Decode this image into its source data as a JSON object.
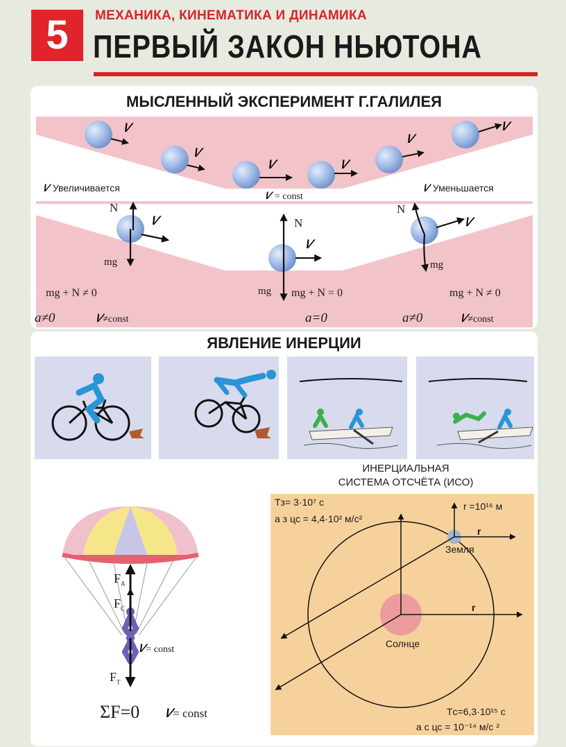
{
  "header": {
    "number": "5",
    "subtitle": "МЕХАНИКА, КИНЕМАТИКА И ДИНАМИКА",
    "title": "ПЕРВЫЙ ЗАКОН НЬЮТОНА"
  },
  "galileo": {
    "title": "МЫСЛЕННЫЙ ЭКСПЕРИМЕНТ Г.ГАЛИЛЕЯ",
    "v_symbol": "𝑣",
    "increases": "Увеличивается",
    "decreases": "Уменьшается",
    "v_const": "= const",
    "n_symbol": "N",
    "mg_symbol": "mg",
    "eq_left": "mg + N ≠ 0",
    "eq_mid": "mg + N = 0",
    "eq_right": "mg + N ≠ 0",
    "a_nonzero": "a≠0",
    "a_zero": "a=0",
    "v_not_const": "≠const"
  },
  "inertia": {
    "title": "ЯВЛЕНИЕ ИНЕРЦИИ"
  },
  "parachute": {
    "f_a": "F",
    "f_a_sub": "A",
    "f_c": "F",
    "f_c_sub": "C",
    "f_t": "F",
    "f_t_sub": "T",
    "v_const": "= const",
    "sum_eq": "ΣF=0",
    "v_const_bottom": "= const"
  },
  "iso": {
    "caption_line1": "ИНЕРЦИАЛЬНАЯ",
    "caption_line2": "СИСТЕМА ОТСЧЁТА (ИСО)",
    "te": "Tз= 3·10⁷ c",
    "a_zc": "a з цс = 4,4·10² м/с²",
    "r_big": "r =10¹⁶ м",
    "r_label": "r",
    "r_label2": "r",
    "earth": "Земля",
    "sun": "Солнце",
    "tc": "Tс=6,3·10¹⁵ c",
    "a_cc": "a с цс = 10⁻¹⁴ м/с ²"
  },
  "colors": {
    "accent_red": "#d8232a",
    "pink_band": "#f3c3ca",
    "ball": "#9db8e6",
    "card_bg": "#d8dbed",
    "orbit_bg": "#f7d19c"
  }
}
